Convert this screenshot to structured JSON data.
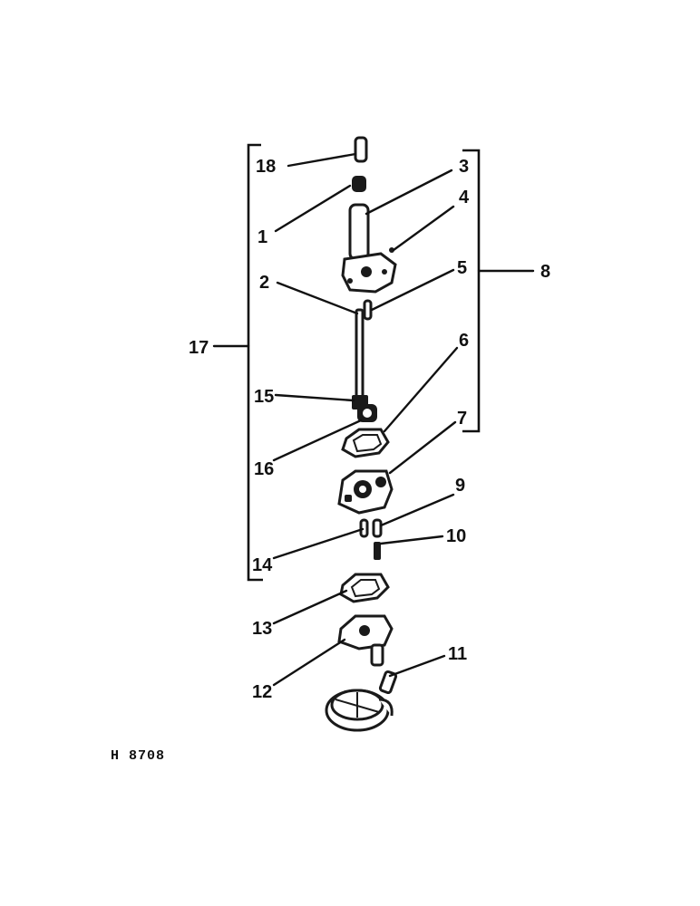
{
  "callouts": {
    "c1": "1",
    "c2": "2",
    "c3": "3",
    "c4": "4",
    "c5": "5",
    "c6": "6",
    "c7": "7",
    "c8": "8",
    "c9": "9",
    "c10": "10",
    "c11": "11",
    "c12": "12",
    "c13": "13",
    "c14": "14",
    "c15": "15",
    "c16": "16",
    "c17": "17",
    "c18": "18"
  },
  "reference_code": "H 8708"
}
